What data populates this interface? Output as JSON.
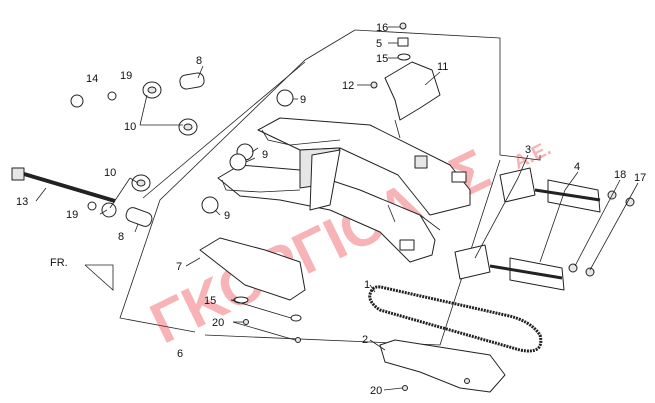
{
  "diagram": {
    "watermark": "ΓΚΟΡΓΙΟΛΗΣ",
    "watermark_suffix": "Α.Ε.",
    "front_marker": "FR.",
    "callouts": {
      "c1": "1",
      "c2": "2",
      "c3": "3",
      "c4": "4",
      "c5": "5",
      "c6": "6",
      "c7": "7",
      "c8a": "8",
      "c8b": "8",
      "c9a": "9",
      "c9b": "9",
      "c9c": "9",
      "c10a": "10",
      "c10b": "10",
      "c11": "11",
      "c12": "12",
      "c13": "13",
      "c14": "14",
      "c15a": "15",
      "c15b": "15",
      "c16": "16",
      "c17": "17",
      "c18": "18",
      "c19a": "19",
      "c19b": "19",
      "c20a": "20",
      "c20b": "20"
    }
  }
}
